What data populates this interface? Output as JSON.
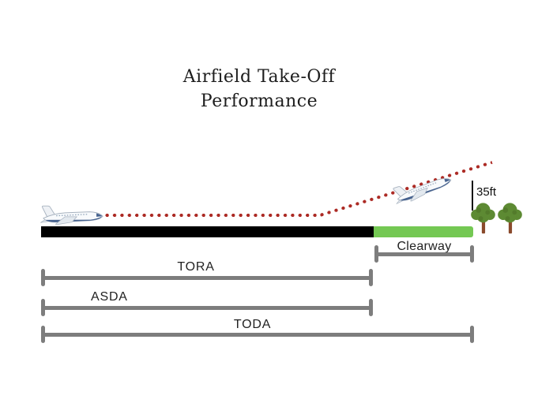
{
  "title": {
    "line1": "Airfield Take-Off",
    "line2": "Performance"
  },
  "annotations": {
    "screen_height": "35ft"
  },
  "dimensions": {
    "clearway": {
      "label": "Clearway"
    },
    "tora": {
      "label": "TORA"
    },
    "asda": {
      "label": "ASDA"
    },
    "toda": {
      "label": "TODA"
    }
  },
  "icons": {
    "ground_airplane": "airplane-side-icon",
    "airborne_airplane": "airplane-climbing-icon",
    "trees": "tree-icon",
    "trajectory": "dotted-path"
  },
  "colors": {
    "runway": "#000000",
    "clearway_strip": "#74C853",
    "dimension_bar": "#7d7d7d",
    "trajectory_dot": "#AC2A24",
    "title_text": "#1d1d1d",
    "label_text": "#222222"
  }
}
